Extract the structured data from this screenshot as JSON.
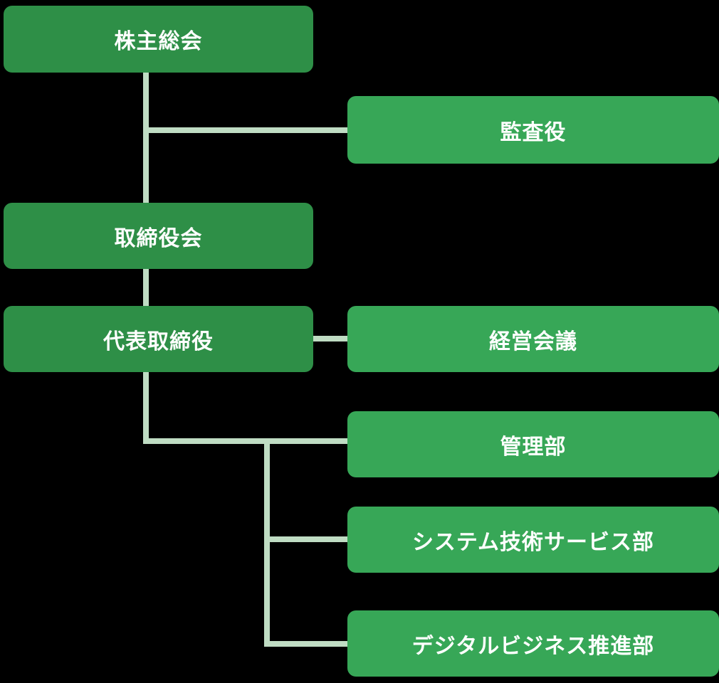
{
  "diagram": {
    "type": "org-chart",
    "title": "",
    "colors": {
      "background": "#000000",
      "node_dark_green": "#2e8f47",
      "node_light_green": "#37a757",
      "connector_green": "#bfdcc3",
      "text": "#ffffff"
    },
    "nodes": [
      {
        "id": "shareholders-meeting",
        "label": "株主総会",
        "variant": "dark"
      },
      {
        "id": "auditor",
        "label": "監査役",
        "variant": "light"
      },
      {
        "id": "board-of-directors",
        "label": "取締役会",
        "variant": "dark"
      },
      {
        "id": "representative-director",
        "label": "代表取締役",
        "variant": "dark"
      },
      {
        "id": "management-meeting",
        "label": "経営会議",
        "variant": "light"
      },
      {
        "id": "administration-dept",
        "label": "管理部",
        "variant": "light"
      },
      {
        "id": "system-technology-service-dept",
        "label": "システム技術サービス部",
        "variant": "light"
      },
      {
        "id": "digital-business-promotion-dept",
        "label": "デジタルビジネス推進部",
        "variant": "light"
      }
    ],
    "edges": [
      {
        "from": "shareholders-meeting",
        "to": "auditor"
      },
      {
        "from": "shareholders-meeting",
        "to": "board-of-directors"
      },
      {
        "from": "board-of-directors",
        "to": "representative-director"
      },
      {
        "from": "representative-director",
        "to": "management-meeting"
      },
      {
        "from": "representative-director",
        "to": "administration-dept"
      },
      {
        "from": "representative-director",
        "to": "system-technology-service-dept"
      },
      {
        "from": "representative-director",
        "to": "digital-business-promotion-dept"
      }
    ]
  }
}
